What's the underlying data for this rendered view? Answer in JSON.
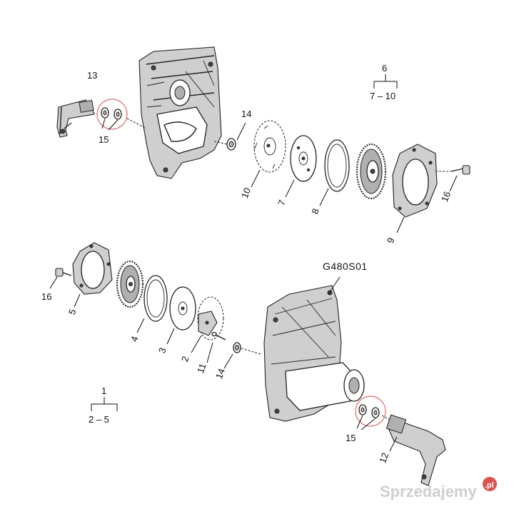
{
  "diagram_code": "G480S01",
  "labels": {
    "l13": "13",
    "l15a": "15",
    "l14a": "14",
    "l10": "10",
    "l7": "7",
    "l8": "8",
    "l9": "9",
    "l16a": "16",
    "l6": "6",
    "l6range": "7 – 10",
    "l16b": "16",
    "l5": "5",
    "l4": "4",
    "l3": "3",
    "l2": "2",
    "l11": "11",
    "l14b": "14",
    "l1": "1",
    "l1range": "2 – 5",
    "l15b": "15",
    "l12": "12"
  },
  "watermark": {
    "text": "Sprzedajemy",
    "suffix": ".pl"
  },
  "colors": {
    "line": "#222222",
    "highlight_circle": "#e06a6a",
    "watermark_badge": "#d9534f"
  }
}
